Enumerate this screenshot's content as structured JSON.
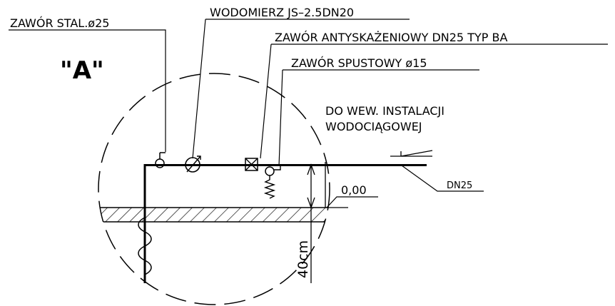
{
  "detail_mark": "\"A\"",
  "labels": {
    "zawor_stal": "ZAWÓR STAL.ø25",
    "wodomierz": "WODOMIERZ JS–2.5DN20",
    "zawor_antyskazeniowy": "ZAWÓR ANTYSKAŻENIOWY DN25 TYP BA",
    "zawor_spustowy": "ZAWÓR SPUSTOWY ø15",
    "do_instalacji_line1": "DO WEW. INSTALACJI",
    "do_instalacji_line2": "WODOCIĄGOWEJ",
    "level": "0,00",
    "pipe_size": "DN25",
    "depth": "40cm"
  },
  "colors": {
    "line": "#000000",
    "background": "#ffffff"
  }
}
